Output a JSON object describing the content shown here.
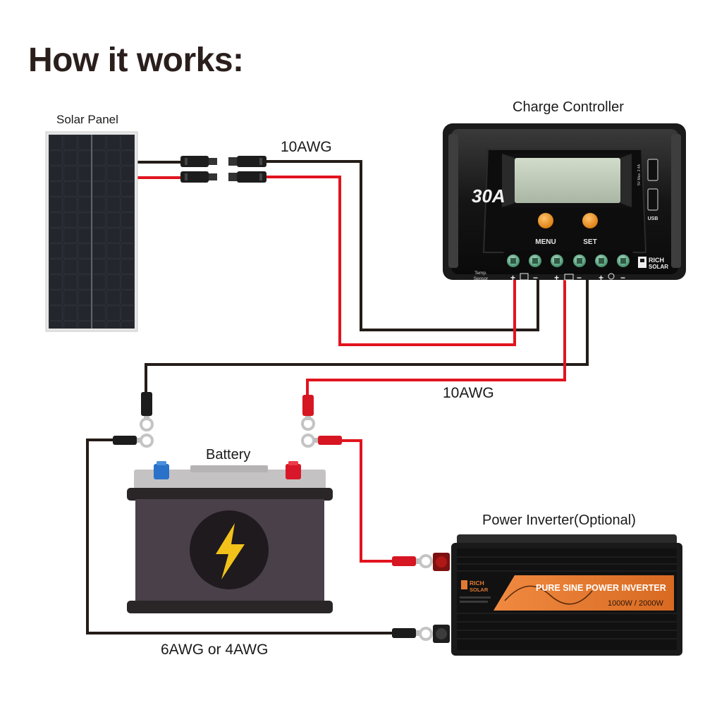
{
  "title": "How it works:",
  "labels": {
    "solar_panel": "Solar Panel",
    "charge_controller": "Charge Controller",
    "battery": "Battery",
    "inverter": "Power Inverter(Optional)"
  },
  "wires": {
    "panel_to_controller": "10AWG",
    "controller_to_battery": "10AWG",
    "battery_to_inverter": "6AWG or 4AWG"
  },
  "controller": {
    "rating": "30A",
    "menu_label": "MENU",
    "set_label": "SET",
    "brand_line1": "RICH",
    "brand_line2": "SOLAR",
    "usb_label": "USB",
    "usb_spec": "5V  Max. 2.4A",
    "temp_label_1": "Temp.",
    "temp_label_2": "Sensor"
  },
  "inverter": {
    "brand_line1": "RICH",
    "brand_line2": "SOLAR",
    "band_title": "PURE SINE POWER INVERTER",
    "band_spec": "1000W / 2000W"
  },
  "colors": {
    "positive_wire": "#e1141e",
    "negative_wire": "#241c18",
    "battery_body": "#4a4049",
    "inverter_band": "#e07a33",
    "bolt": "#f2c21a"
  }
}
